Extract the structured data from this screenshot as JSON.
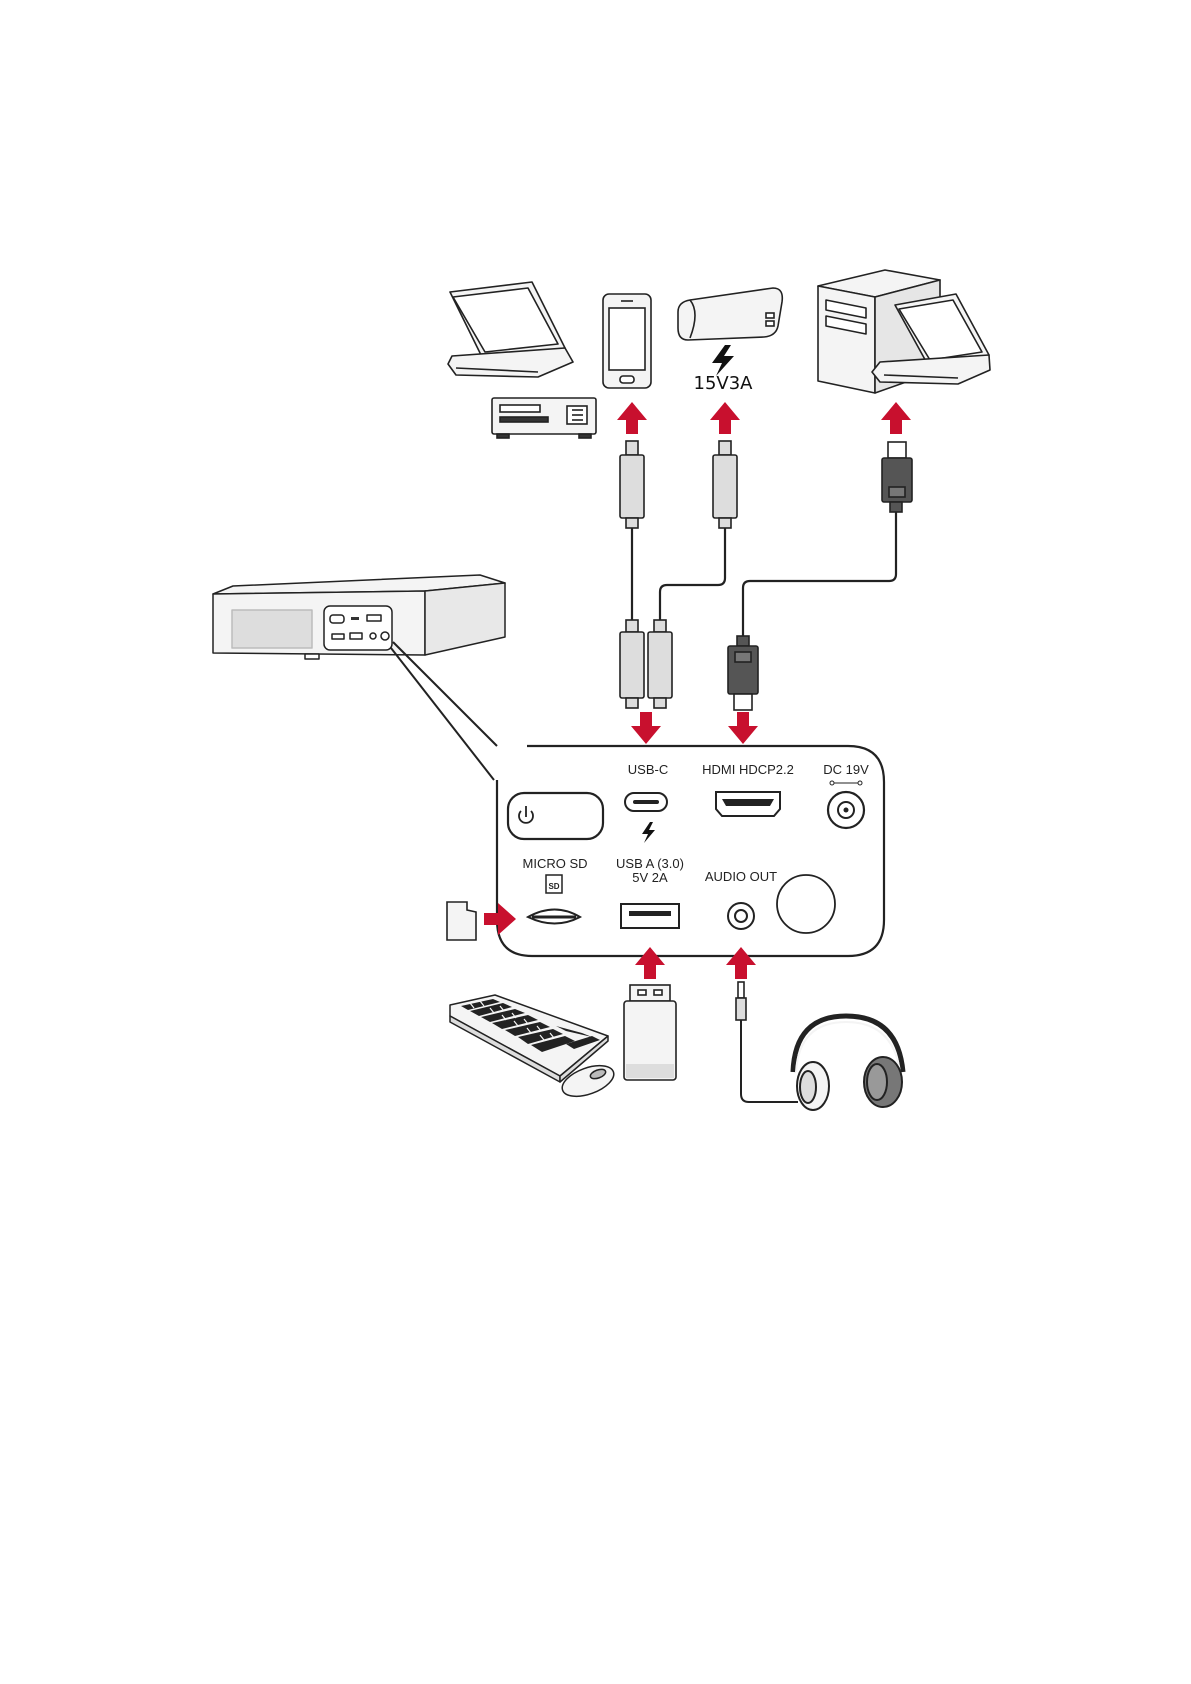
{
  "power_spec": "15V3A",
  "ports": {
    "usb_c": "USB-C",
    "hdmi": "HDMI HDCP2.2",
    "dc": "DC 19V",
    "micro_sd": "MICRO SD",
    "sd_icon": "SD",
    "usb_a_line1": "USB A (3.0)",
    "usb_a_line2": "5V 2A",
    "audio_out": "AUDIO OUT"
  },
  "colors": {
    "arrow": "#c8102e",
    "outline": "#222222",
    "device_fill": "#f4f4f4",
    "connector_fill": "#dddddd",
    "hdmi_connector_fill": "#555555"
  },
  "icons": [
    "laptop-icon",
    "dvd-player-icon",
    "smartphone-icon",
    "power-bank-icon",
    "lightning-icon",
    "desktop-tower-icon",
    "projector-icon",
    "power-button-icon",
    "micro-sd-card-icon",
    "keyboard-icon",
    "mouse-icon",
    "usb-flash-drive-icon",
    "headphones-icon"
  ]
}
